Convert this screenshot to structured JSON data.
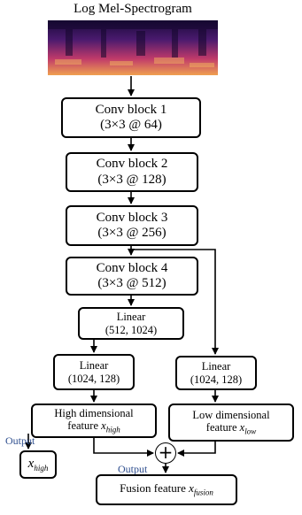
{
  "title": "Log Mel-Spectrogram",
  "conv_blocks": [
    {
      "name": "Conv block 1",
      "spec": "(3×3 @ 64)"
    },
    {
      "name": "Conv block 2",
      "spec": "(3×3 @ 128)"
    },
    {
      "name": "Conv block 3",
      "spec": "(3×3 @ 256)"
    },
    {
      "name": "Conv block 4",
      "spec": "(3×3 @ 512)"
    }
  ],
  "linear_1": {
    "name": "Linear",
    "spec": "(512, 1024)"
  },
  "linear_high": {
    "name": "Linear",
    "spec": "(1024, 128)"
  },
  "linear_low": {
    "name": "Linear",
    "spec": "(1024, 128)"
  },
  "high_feature": {
    "line1": "High dimensional",
    "prefix": "feature ",
    "var": "x",
    "sub": "high"
  },
  "low_feature": {
    "line1": "Low dimensional",
    "prefix": "feature ",
    "var": "x",
    "sub": "low"
  },
  "output_high": {
    "var": "x",
    "sub": "high"
  },
  "fusion": {
    "prefix": "Fusion feature ",
    "var": "x",
    "sub": "fusion"
  },
  "plus_symbol": "+",
  "output_labels": [
    "Output",
    "Output"
  ]
}
